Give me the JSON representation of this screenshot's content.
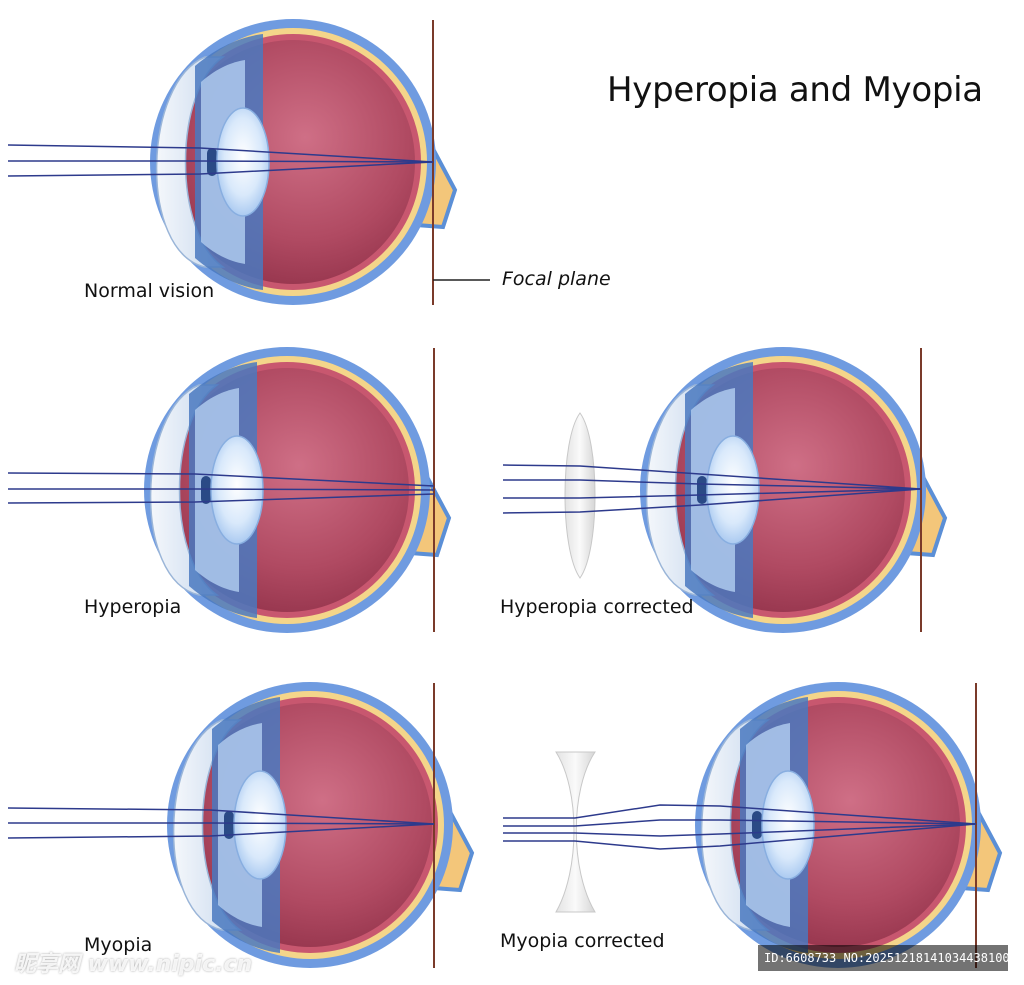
{
  "title": "Hyperopia and Myopia",
  "labels": {
    "normal": "Normal vision",
    "focal_plane": "Focal plane",
    "hyperopia": "Hyperopia",
    "hyperopia_corrected": "Hyperopia corrected",
    "myopia": "Myopia",
    "myopia_corrected": "Myopia corrected"
  },
  "watermark": {
    "left": "昵享网 www.nipic.cn",
    "right": "ID:6608733 NO:20251218141034438100"
  },
  "colors": {
    "vitreous": "#b04a62",
    "sclera": "#5b8fd6",
    "retina": "#f4d58a",
    "nerve": "#f3c67a",
    "ray": "#2d3a8c",
    "focal_line": "#7a3a2a"
  }
}
